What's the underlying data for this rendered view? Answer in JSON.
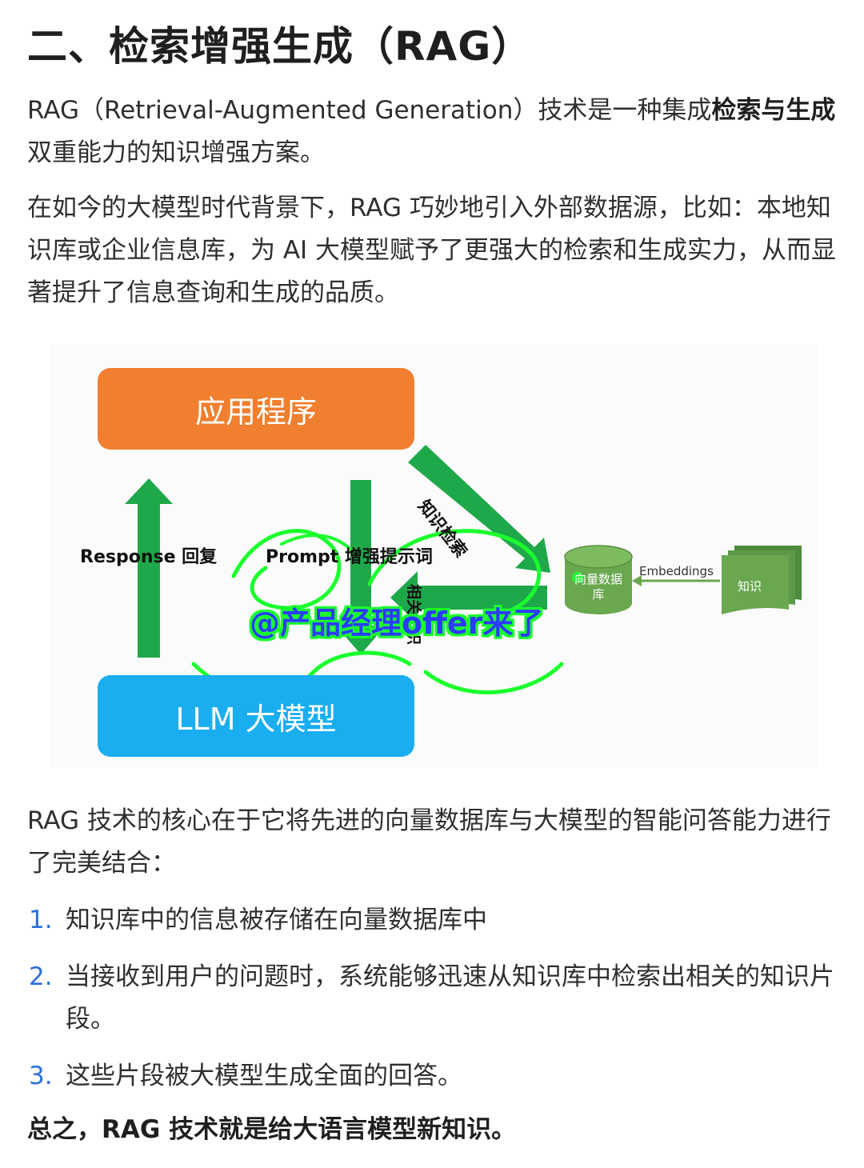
{
  "title": "二、检索增强生成（RAG）",
  "intro": {
    "prefix": "RAG（Retrieval-Augmented Generation）技术是一种集成",
    "bold": "检索与生成",
    "suffix": "双重能力的知识增强方案。"
  },
  "paragraph2": "在如今的大模型时代背景下，RAG 巧妙地引入外部数据源，比如：本地知识库或企业信息库，为 AI 大模型赋予了更强大的检索和生成实力，从而显著提升了信息查询和生成的品质。",
  "diagram": {
    "app_box": "应用程序",
    "llm_box": "LLM 大模型",
    "response_label": "Response 回复",
    "prompt_label": "Prompt 增强提示词",
    "arrow_text_1": "知识检索",
    "arrow_text_2": "相关知识",
    "vector_db": "向量数据库",
    "embeddings": "Embeddings",
    "knowledge": "知识",
    "watermark": "@产品经理offer来了",
    "colors": {
      "app": "#f07f2f",
      "llm": "#1aaef0",
      "arrow": "#1ea84a",
      "db": "#6aa84f"
    }
  },
  "paragraph3": "RAG 技术的核心在于它将先进的向量数据库与大模型的智能问答能力进行了完美结合：",
  "list": [
    {
      "num": "1.",
      "text": "知识库中的信息被存储在向量数据库中"
    },
    {
      "num": "2.",
      "text": "当接收到用户的问题时，系统能够迅速从知识库中检索出相关的知识片段。"
    },
    {
      "num": "3.",
      "text": "这些片段被大模型生成全面的回答。"
    }
  ],
  "summary": "总之，RAG 技术就是给大语言模型新知识。"
}
